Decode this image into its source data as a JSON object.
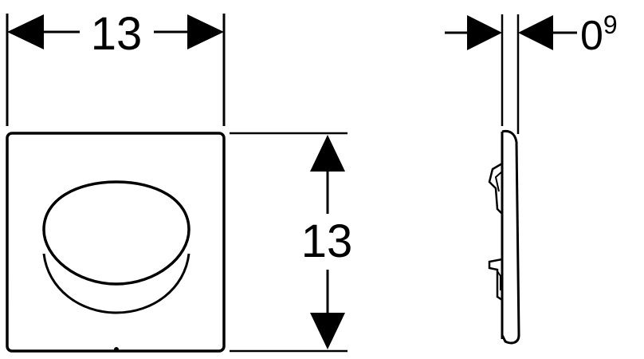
{
  "dimensions": {
    "width_label": "13",
    "height_label": "13",
    "thickness_main": "0",
    "thickness_sup": "9"
  },
  "colors": {
    "stroke": "#000000",
    "background": "#ffffff"
  }
}
